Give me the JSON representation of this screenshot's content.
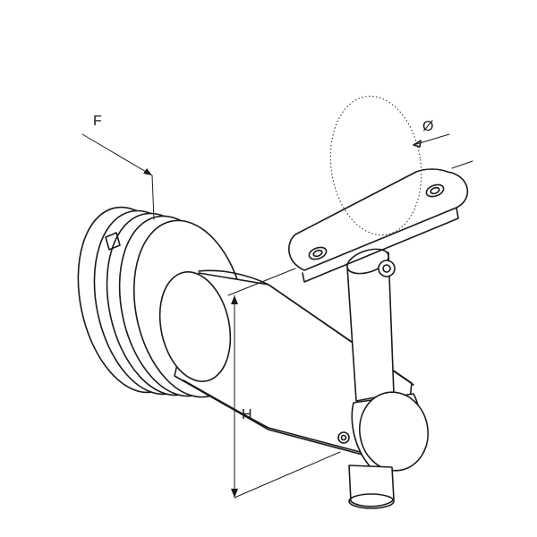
{
  "labels": {
    "force": "F",
    "height": "H",
    "diameter": "Ø"
  },
  "colors": {
    "line": "#1a1a1a",
    "background": "#ffffff"
  }
}
